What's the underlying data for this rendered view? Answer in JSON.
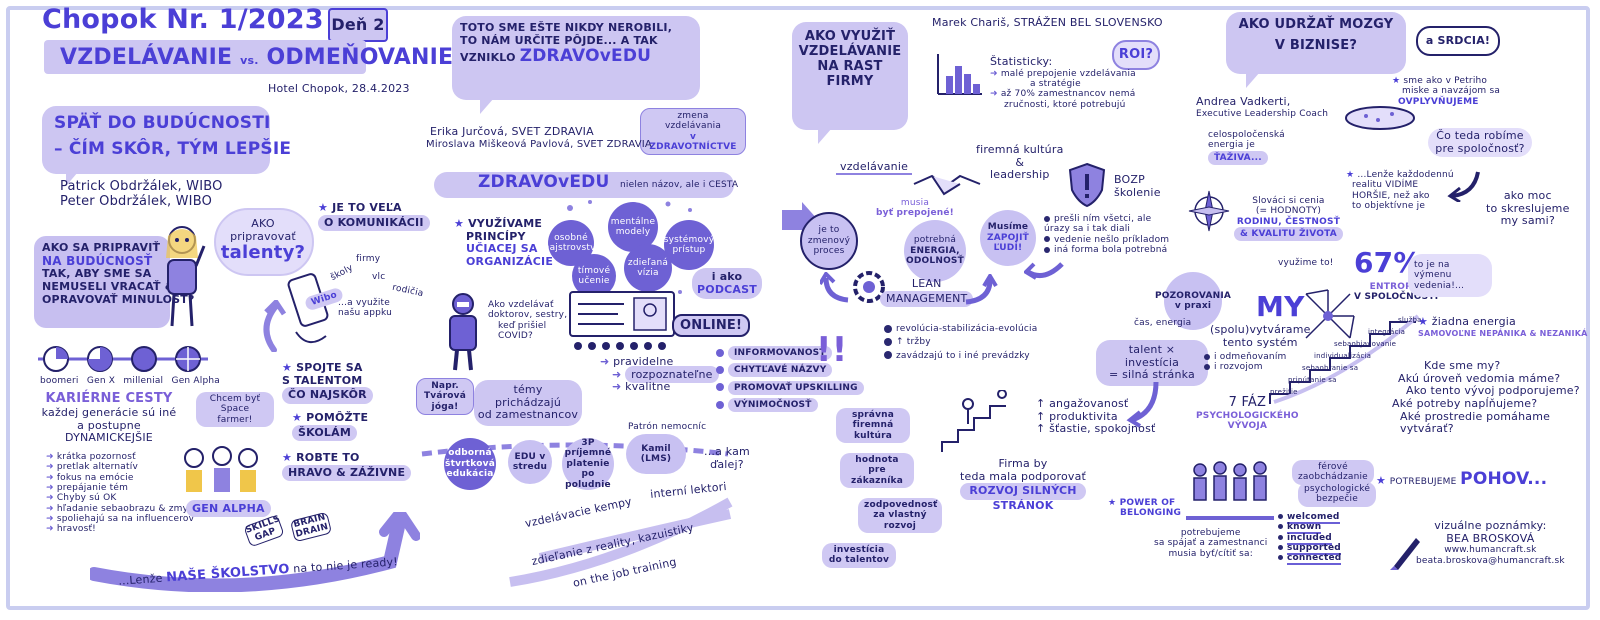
{
  "header": {
    "title": "Chopok Nr. 1/2023",
    "day_badge": "Deň 2",
    "subtitle_left": "VZDELÁVANIE",
    "subtitle_vs": "vs.",
    "subtitle_right": "ODMEŇOVANIE",
    "venue": "Hotel Chopok, 28.4.2023"
  },
  "panel1": {
    "bubble_title_1": "SPÄŤ DO BUDÚCNOSTI",
    "bubble_title_2": "– ČÍM SKÔR, TÝM LEPŠIE",
    "speaker1": "Patrick Obdržálek, WIBO",
    "speaker2": "Peter Obdržálek, WIBO",
    "question_1": "AKO SA PRIPRAVIŤ",
    "question_2": "NA BUDÚCNOSŤ",
    "question_3": "TAK, ABY SME SA",
    "question_4": "NEMUSELI VRACAŤ &",
    "question_5": "OPRAVOVAŤ MINULOSŤ?",
    "cloud_1": "AKO",
    "cloud_2": "pripravovať",
    "cloud_3": "talenty?",
    "generations": [
      "boomeri",
      "Gen X",
      "millenial",
      "Gen Alpha"
    ],
    "career_1": "KARIÉRNE CESTY",
    "career_2": "každej generácie sú iné",
    "career_3": "a postupne DYNAMICKEJŠIE",
    "space": "Chcem byť Space farmer!",
    "bullets": [
      "krátka pozornosť",
      "pretlak alternatív",
      "fokus na emócie",
      "prepájanie tém",
      "Chyby sú OK",
      "hľadanie sebaobrazu & zmyslu",
      "spoliehajú sa na influencerov",
      "hravosť!"
    ],
    "gen_alpha": "GEN ALPHA",
    "skills_gap": "SKILLS GAP",
    "brain_drain": "BRAIN DRAIN",
    "footer_1": "...Lenže",
    "footer_2": "NAŠE ŠKOLSTVO",
    "footer_3": "na to nie je ready!",
    "star1_1": "JE TO VEĽA",
    "star1_2": "O KOMUNIKÁCII",
    "phone_words": [
      "firmy",
      "školy",
      "vlc",
      "rodičia"
    ],
    "app_1": "...a využite",
    "app_2": "našu appku",
    "app_label": "Wibo",
    "spojte_1": "SPOJTE SA",
    "spojte_2": "S TALENTOM",
    "spojte_3": "ČO NAJSKÔR",
    "pomozte_1": "POMÔŽTE",
    "pomozte_2": "ŠKOLÁM",
    "robte_1": "ROBTE TO",
    "robte_2": "HRAVO & ZÁŽIVNE"
  },
  "panel2": {
    "bubble_1": "TOTO SME EŠTE NIKDY NEROBILI,",
    "bubble_2": "TO NÁM URČITE PÔJDE... A TAK",
    "bubble_3": "VZNIKLO",
    "bubble_4": "ZDRAVOvEDU",
    "zmena_1": "zmena",
    "zmena_2": "vzdelávania",
    "zmena_3": "v ZDRAVOTNÍCTVE",
    "speaker1": "Erika Jurčová, SVET ZDRAVIA",
    "speaker2": "Miroslava Miškeová Pavlová, SVET ZDRAVIA",
    "zdravo": "ZDRAVOvEDU",
    "cesta": "nielen názov, ale i CESTA",
    "vyuzivame_1": "VYUŽÍVAME",
    "vyuzivame_2": "PRINCÍPY",
    "vyuzivame_3": "UČIACEJ SA",
    "vyuzivame_4": "ORGANIZÁCIE",
    "circles": [
      "osobné majstrovstvo",
      "mentálne modely",
      "systémový prístup",
      "tímové učenie",
      "zdieľaná vízia"
    ],
    "doctor_1": "Ako vzdelávať",
    "doctor_2": "doktorov, sestry,",
    "doctor_3": "keď prišiel",
    "doctor_4": "COVID?",
    "podcast_1": "i ako",
    "podcast_2": "PODCAST",
    "online": "ONLINE!",
    "pravidelne": [
      "pravidelne",
      "rozpoznateľne",
      "kvalitne"
    ],
    "nap_1": "Napr.",
    "nap_2": "Tvárová",
    "nap_3": "jóga!",
    "temy_1": "témy",
    "temy_2": "prichádzajú",
    "temy_3": "od zamestnancov",
    "chips": [
      "INFORMOVANOSŤ",
      "CHYTĽAVÉ NÁZVY",
      "PROMOVAŤ UPSKILLING",
      "VÝNIMOČNOSŤ"
    ],
    "exclaim": "!!",
    "timeline": [
      "odborná štvrtková edukácia",
      "EDU v stredu",
      "3P príjemné platenie po poludnie",
      "Kamil (LMS)"
    ],
    "patron": "Patrón nemocníc",
    "kam_1": "...a kam",
    "kam_2": "ďalej?",
    "bottom": [
      "interní lektori",
      "vzdelávacie kempy",
      "zdieľanie z reality, kazuistiky",
      "on the job training"
    ]
  },
  "panel3": {
    "bubble_1": "AKO VYUŽIŤ",
    "bubble_2": "VZDELÁVANIE",
    "bubble_3": "NA RAST",
    "bubble_4": "FIRMY",
    "speaker": "Marek Chariš, STRÁŽEN BEL SLOVENSKO",
    "roi": "ROI?",
    "stats_title": "Štatisticky:",
    "stats_1": "malé prepojenie vzdelávania",
    "stats_2": "a stratégie",
    "stats_3": "až 70% zamestnancov nemá",
    "stats_4": "zručnosti, ktoré potrebujú",
    "vzdelavanie": "vzdelávanie",
    "kultura_1": "firemná kultúra",
    "kultura_2": "&",
    "kultura_3": "leadership",
    "prepojene_1": "musia",
    "prepojene_2": "byť prepojené!",
    "zmena_1": "je to",
    "zmena_2": "zmenový",
    "zmena_3": "proces",
    "energia_1": "potrebná",
    "energia_2": "ENERGIA,",
    "energia_3": "ODOLNOSŤ",
    "zapojit_1": "Musíme",
    "zapojit_2": "ZAPOJIŤ",
    "zapojit_3": "ĽUDÍ!",
    "lean_1": "LEAN",
    "lean_2": "MANAGEMENT",
    "bozp_1": "BOZP",
    "bozp_2": "školenie",
    "bozp_items": [
      "prešli ním všetci, ale úrazy sa i tak diali",
      "vedenie nešlo príkladom",
      "iná forma bola potrebná"
    ],
    "pozor_1": "POZOROVANIA",
    "pozor_2": "v praxi",
    "cas": "čas, energia",
    "talent_1": "talent × investícia",
    "talent_2": "= silná stránka",
    "lean_items": [
      "revolúcia-stabilizácia-evolúcia",
      "↑ tržby",
      "zavádzajú to i iné prevádzky"
    ],
    "left_list": [
      "správna firemná kultúra",
      "hodnota pre zákazníka",
      "zodpovednosť za vlastný rozvoj",
      "investícia do talentov"
    ],
    "up_list": [
      "↑ angažovanosť",
      "↑ produktivita",
      "↑ šťastie, spokojnosť"
    ],
    "firma_1": "Firma by",
    "firma_2": "teda mala podporovať",
    "firma_3": "ROZVOJ SILNÝCH",
    "firma_4": "STRÁNOK"
  },
  "panel4": {
    "bubble_1": "AKO UDRŽAŤ MOZGY",
    "bubble_2": "V BIZNISE?",
    "srdcia": "a SRDCIA!",
    "speaker_1": "Andrea Vadkerti,",
    "speaker_2": "Executive Leadership Coach",
    "petri_1": "sme ako v Petriho",
    "petri_2": "miske a navzájom sa",
    "petri_3": "OVPLYVŇUJEME",
    "celo_1": "celospoločenská",
    "celo_2": "energia je",
    "celo_3": "ŤAŽIVA...",
    "co_1": "Čo teda robíme",
    "co_2": "pre spoločnosť?",
    "lenze_1": "...Lenže každodennú",
    "lenze_2": "realitu VIDÍME",
    "lenze_3": "HORŠIE, než ako",
    "lenze_4": "to objektívne je",
    "moc_1": "ako moc",
    "moc_2": "to skreslujeme",
    "moc_3": "my sami?",
    "cenia_1": "Slováci si cenia",
    "cenia_2": "(= HODNOTY)",
    "cenia_3": "RODINU, ČESTNOSŤ",
    "cenia_4": "& KVALITU ŽIVOTA",
    "vyuzime": "využime to!",
    "pct": "67%",
    "entropia_1": "ENTROPIA",
    "entropia_2": "V SPOLOČNOSTI",
    "vymena_1": "to je na",
    "vymena_2": "výmenu",
    "vymena_3": "vedenia!...",
    "my": "MY",
    "system_1": "(spolu)vytvárame",
    "system_2": "tento systém",
    "odmenovanim": "i odmeňovaním",
    "rozvojom": "i rozvojom",
    "stairs": [
      "prežitie",
      "pripútanie sa",
      "sebaobranie sa",
      "individualizácia",
      "sebaobjavovanie",
      "integrácia",
      "služba"
    ],
    "faz_1": "7 FÁZ",
    "faz_2": "PSYCHOLOGICKÉHO",
    "faz_3": "VÝVOJA",
    "ziadna_1": "žiadna energia",
    "ziadna_2": "SAMOVOĽNE NEPÁNIKA & NEZANIKÁ",
    "questions": [
      "Kde sme my?",
      "Akú úroveň vedomia máme?",
      "Ako tento vývoj podporujeme?",
      "Aké potreby napĺňujeme?",
      "Aké prostredie pomáhame vytvárať?"
    ],
    "ferove_1": "férové",
    "ferove_2": "zaobchádzanie",
    "psych_1": "psychologické",
    "psych_2": "bezpečie",
    "pohov_1": "POTREBUJEME",
    "pohov_2": "POHOV...",
    "belong_1": "POWER OF",
    "belong_2": "BELONGING",
    "belong_3": "potrebujeme",
    "belong_4": "sa spájať a zamestnanci",
    "belong_5": "musia byť/cítiť sa:",
    "feel": [
      "welcomed",
      "known",
      "included",
      "supported",
      "connected"
    ],
    "credit_1": "vizuálne poznámky:",
    "credit_2": "BEA BROSKOVÁ",
    "credit_3": "www.humancraft.sk",
    "credit_4": "beata.broskova@humancraft.sk"
  },
  "colors": {
    "accent": "#4b3fd6",
    "bubble": "#cdc6f2",
    "navy": "#24216a",
    "dot": "#6e61d4"
  }
}
